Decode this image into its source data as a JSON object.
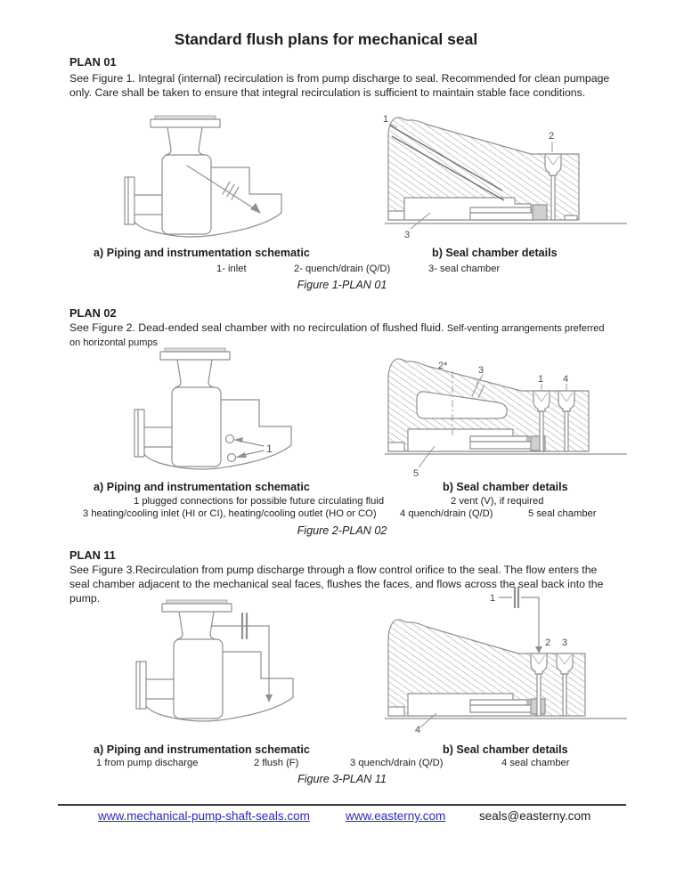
{
  "title": "Standard flush plans for mechanical seal",
  "colors": {
    "link_blue": "#2a2ac8",
    "drawing_gray": "#909090"
  },
  "plans": [
    {
      "heading": "PLAN 01",
      "description_lines": [
        "See Figure 1. Integral (internal) recirculation is from pump discharge to seal. Recommended for clean pumpage",
        "only. Care shall be taken to ensure that integral recirculation is sufficient to maintain stable face conditions."
      ],
      "caption_a": "a) Piping and instrumentation schematic",
      "caption_b": "b) Seal chamber details",
      "legend": [
        "1- inlet",
        "2- quench/drain (Q/D)",
        "3- seal chamber"
      ],
      "figure_caption": "Figure 1-PLAN 01",
      "chamber_labels": {
        "n1": "1",
        "n2": "2",
        "n3": "3"
      }
    },
    {
      "heading": "PLAN 02",
      "description_main": "See Figure 2. Dead-ended seal chamber with no recirculation of flushed fluid.",
      "description_note_line1": "Self-venting arrangements preferred",
      "description_note_line2": "on horizontal pumps",
      "caption_a": "a) Piping and instrumentation schematic",
      "caption_b": "b) Seal chamber details",
      "legend_row1": [
        "1 plugged connections for possible future circulating fluid",
        "2 vent (V), if required"
      ],
      "legend_row2": [
        "3 heating/cooling inlet (HI or CI), heating/cooling outlet (HO or CO)",
        "4 quench/drain (Q/D)",
        "5 seal chamber"
      ],
      "figure_caption": "Figure 2-PLAN 02",
      "pump_labels": {
        "n1": "1"
      },
      "chamber_labels": {
        "n2": "2*",
        "n3": "3",
        "n1": "1",
        "n4": "4",
        "n5": "5"
      }
    },
    {
      "heading": "PLAN 11",
      "description_lines": [
        "See Figure 3.Recirculation from pump discharge through a flow control orifice to the seal. The flow enters the",
        "seal chamber adjacent to the mechanical seal faces, flushes the faces, and flows across the seal back into the",
        "pump."
      ],
      "caption_a": "a) Piping and instrumentation schematic",
      "caption_b": "b) Seal chamber details",
      "legend": [
        "1 from pump discharge",
        "2 flush (F)",
        "3 quench/drain (Q/D)",
        "4 seal chamber"
      ],
      "figure_caption": "Figure 3-PLAN 11",
      "chamber_labels": {
        "n1": "1",
        "n2": "2",
        "n3": "3",
        "n4": "4"
      }
    }
  ],
  "footer": {
    "links": [
      "www.mechanical-pump-shaft-seals.com",
      "www.easterny.com"
    ],
    "email": "seals@easterny.com"
  }
}
